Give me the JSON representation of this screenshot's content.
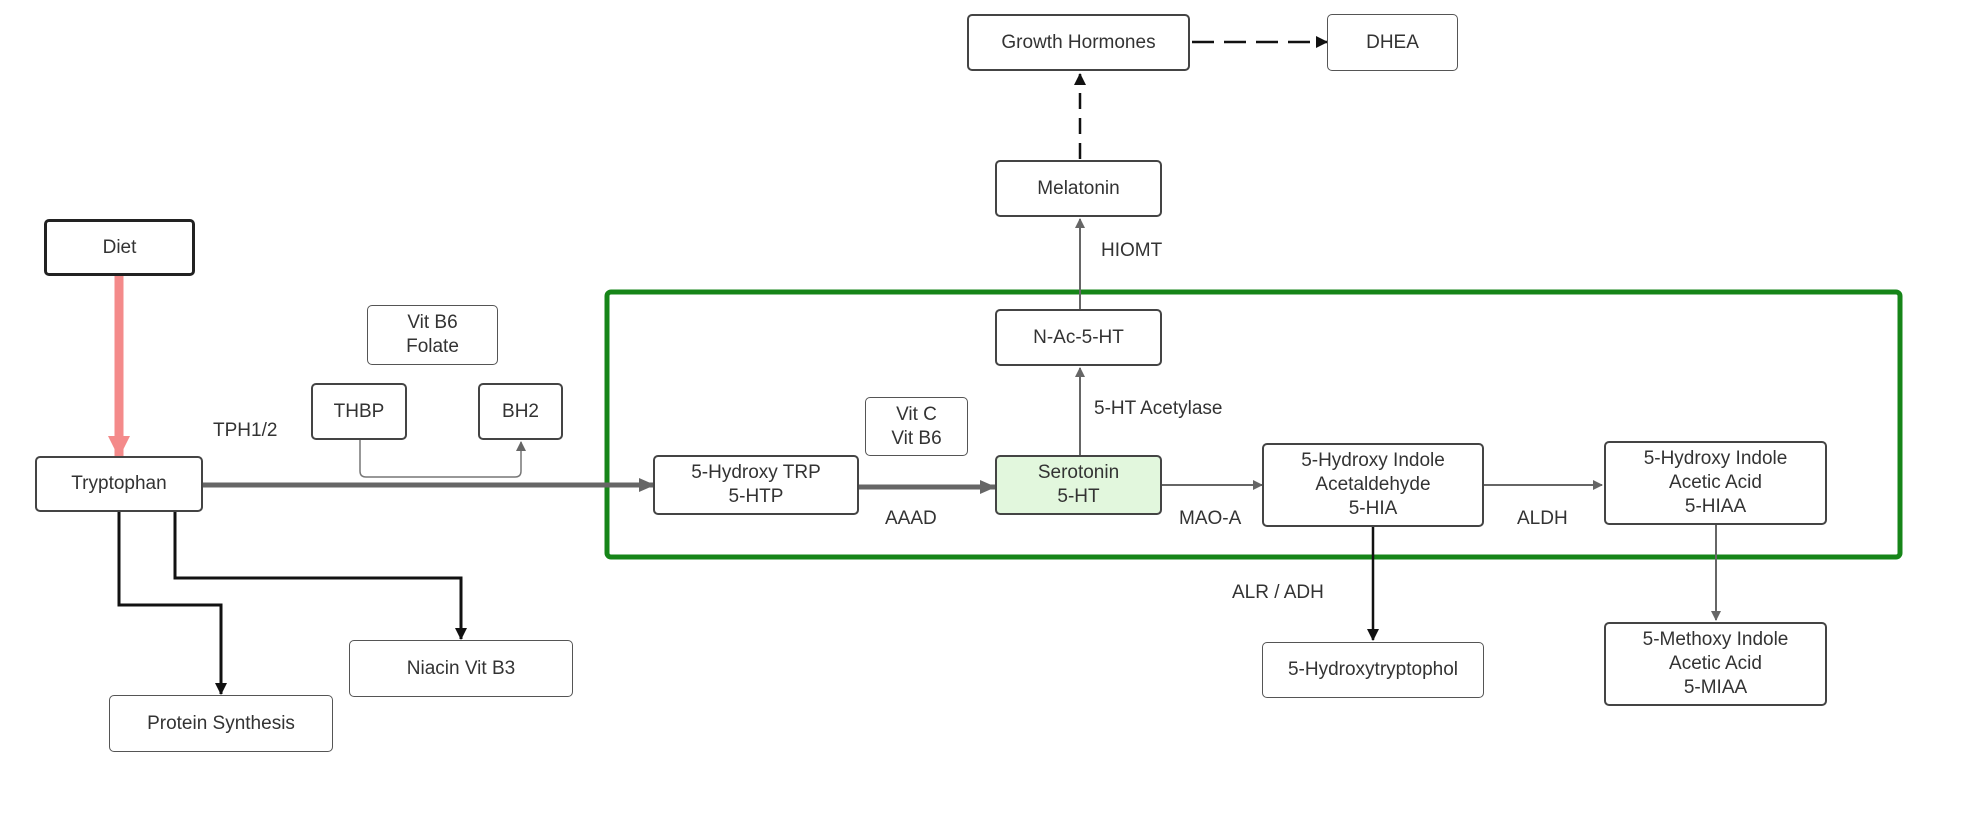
{
  "nodes": {
    "diet": "Diet",
    "tryptophan": "Tryptophan",
    "protein_synthesis": "Protein Synthesis",
    "niacin": "Niacin Vit B3",
    "thbp": "THBP",
    "bh2": "BH2",
    "vit_b6_folate": [
      "Vit B6",
      "Folate"
    ],
    "hydroxy_trp": [
      "5-Hydroxy TRP",
      "5-HTP"
    ],
    "vit_c_b6": [
      "Vit C",
      "Vit B6"
    ],
    "serotonin": [
      "Serotonin",
      "5-HT"
    ],
    "n_ac_5ht": "N-Ac-5-HT",
    "melatonin": "Melatonin",
    "growth_hormones": "Growth Hormones",
    "dhea": "DHEA",
    "hydroxy_indole_acetaldehyde": [
      "5-Hydroxy Indole",
      "Acetaldehyde",
      "5-HIA"
    ],
    "hydroxy_indole_acetic_acid": [
      "5-Hydroxy Indole",
      "Acetic Acid",
      "5-HIAA"
    ],
    "hydroxytryptophol": "5-Hydroxytryptophol",
    "methoxy_indole_acetic_acid": [
      "5-Methoxy Indole",
      "Acetic Acid",
      "5-MIAA"
    ]
  },
  "labels": {
    "tph": "TPH1/2",
    "aaad": "AAAD",
    "acetylase": "5-HT Acetylase",
    "hiomt": "HIOMT",
    "mao_a": "MAO-A",
    "aldh": "ALDH",
    "alr_adh": "ALR / ADH"
  },
  "colors": {
    "box_green": "#168518",
    "diet_arrow": "#f48a8a",
    "serotonin_fill": "#e2f7dd",
    "arrow_gray": "#666666",
    "arrow_dark": "#111111"
  }
}
